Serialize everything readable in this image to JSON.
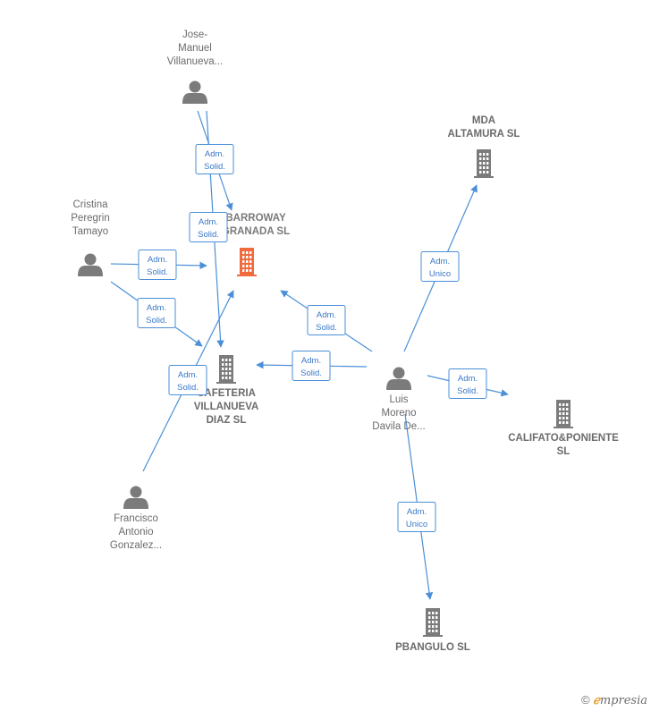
{
  "colors": {
    "edge": "#4a8fd8",
    "person": "#7b7b7b",
    "company": "#7b7b7b",
    "central": "#f06a3c"
  },
  "nodes": [
    {
      "id": "jose",
      "type": "person",
      "lines": [
        "Jose-",
        "Manuel",
        "Villanueva..."
      ]
    },
    {
      "id": "cristina",
      "type": "person",
      "lines": [
        "Cristina",
        "Peregrin",
        "Tamayo"
      ]
    },
    {
      "id": "francisco",
      "type": "person",
      "lines": [
        "Francisco",
        "Antonio",
        "Gonzalez..."
      ]
    },
    {
      "id": "luis",
      "type": "person",
      "lines": [
        "Luis",
        "Moreno",
        "Davila De..."
      ]
    },
    {
      "id": "barroway",
      "type": "central",
      "lines": [
        "BARROWAY",
        "GRANADA SL"
      ]
    },
    {
      "id": "cafeteria",
      "type": "company",
      "lines": [
        "CAFETERIA",
        "VILLANUEVA",
        "DIAZ SL"
      ]
    },
    {
      "id": "mda",
      "type": "company",
      "lines": [
        "MDA",
        "ALTAMURA SL"
      ]
    },
    {
      "id": "califato",
      "type": "company",
      "lines": [
        "CALIFATO&PONIENTE",
        "SL"
      ]
    },
    {
      "id": "pbangulo",
      "type": "company",
      "lines": [
        "PBANGULO SL"
      ]
    }
  ],
  "edges": [
    {
      "from": "jose",
      "to": "barroway",
      "label": [
        "Adm.",
        "Solid."
      ]
    },
    {
      "from": "jose",
      "to": "cafeteria",
      "label": [
        "Adm.",
        "Solid."
      ]
    },
    {
      "from": "cristina",
      "to": "barroway",
      "label": [
        "Adm.",
        "Solid."
      ]
    },
    {
      "from": "cristina",
      "to": "cafeteria",
      "label": [
        "Adm.",
        "Solid."
      ]
    },
    {
      "from": "francisco",
      "to": "barroway",
      "label": [
        "Adm.",
        "Solid."
      ]
    },
    {
      "from": "luis",
      "to": "barroway",
      "label": [
        "Adm.",
        "Solid."
      ]
    },
    {
      "from": "luis",
      "to": "cafeteria",
      "label": [
        "Adm.",
        "Solid."
      ]
    },
    {
      "from": "luis",
      "to": "mda",
      "label": [
        "Adm.",
        "Unico"
      ]
    },
    {
      "from": "luis",
      "to": "califato",
      "label": [
        "Adm.",
        "Solid."
      ]
    },
    {
      "from": "luis",
      "to": "pbangulo",
      "label": [
        "Adm.",
        "Unico"
      ]
    }
  ],
  "footer": {
    "copyright": "©",
    "brand_e": "ℯ",
    "brand_rest": "mpresia"
  }
}
